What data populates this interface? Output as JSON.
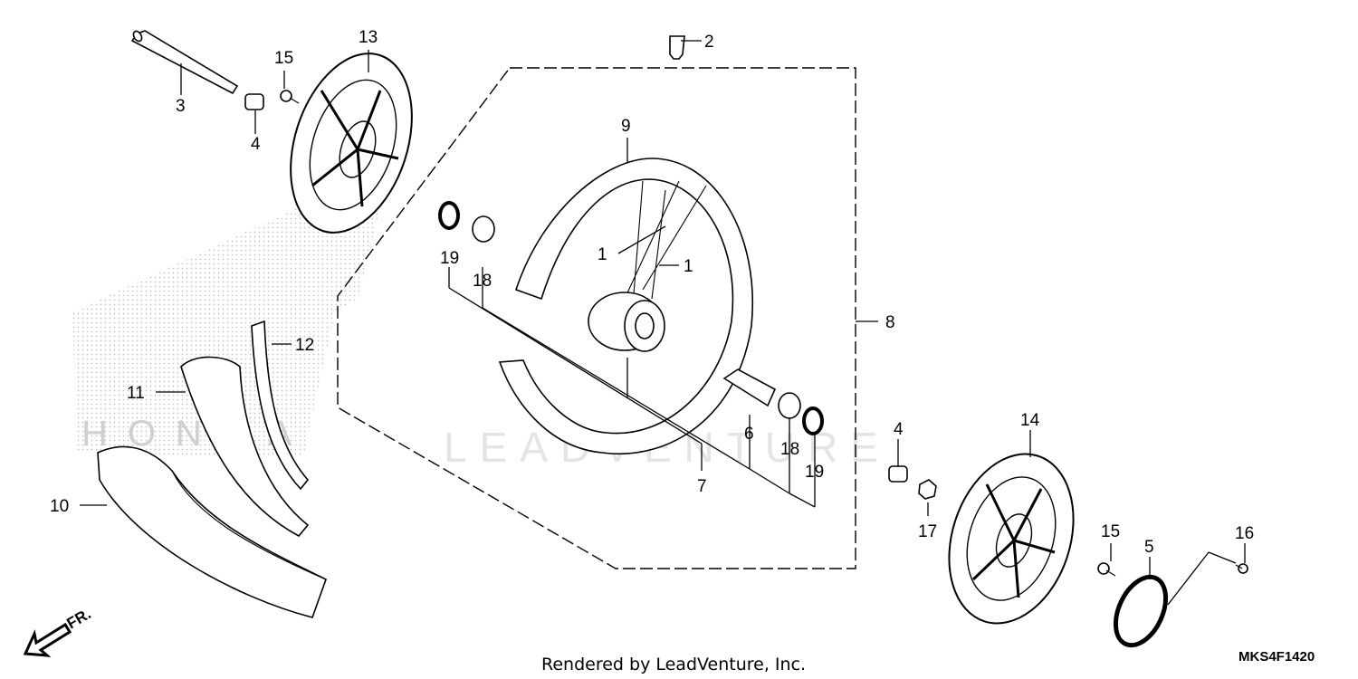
{
  "diagram": {
    "callouts": [
      {
        "id": "c1a",
        "label": "1"
      },
      {
        "id": "c1b",
        "label": "1"
      },
      {
        "id": "c2",
        "label": "2"
      },
      {
        "id": "c3",
        "label": "3"
      },
      {
        "id": "c4a",
        "label": "4"
      },
      {
        "id": "c4b",
        "label": "4"
      },
      {
        "id": "c5",
        "label": "5"
      },
      {
        "id": "c6",
        "label": "6"
      },
      {
        "id": "c7",
        "label": "7"
      },
      {
        "id": "c8",
        "label": "8"
      },
      {
        "id": "c9",
        "label": "9"
      },
      {
        "id": "c10",
        "label": "10"
      },
      {
        "id": "c11",
        "label": "11"
      },
      {
        "id": "c12",
        "label": "12"
      },
      {
        "id": "c13",
        "label": "13"
      },
      {
        "id": "c14",
        "label": "14"
      },
      {
        "id": "c15a",
        "label": "15"
      },
      {
        "id": "c15b",
        "label": "15"
      },
      {
        "id": "c16",
        "label": "16"
      },
      {
        "id": "c17",
        "label": "17"
      },
      {
        "id": "c18a",
        "label": "18"
      },
      {
        "id": "c18b",
        "label": "18"
      },
      {
        "id": "c19a",
        "label": "19"
      },
      {
        "id": "c19b",
        "label": "19"
      }
    ],
    "direction_label": "FR.",
    "footer": "Rendered by LeadVenture, Inc.",
    "diagram_code": "MKS4F1420",
    "watermark": "LEADVENTURE",
    "brand_watermark": "HONDA"
  }
}
